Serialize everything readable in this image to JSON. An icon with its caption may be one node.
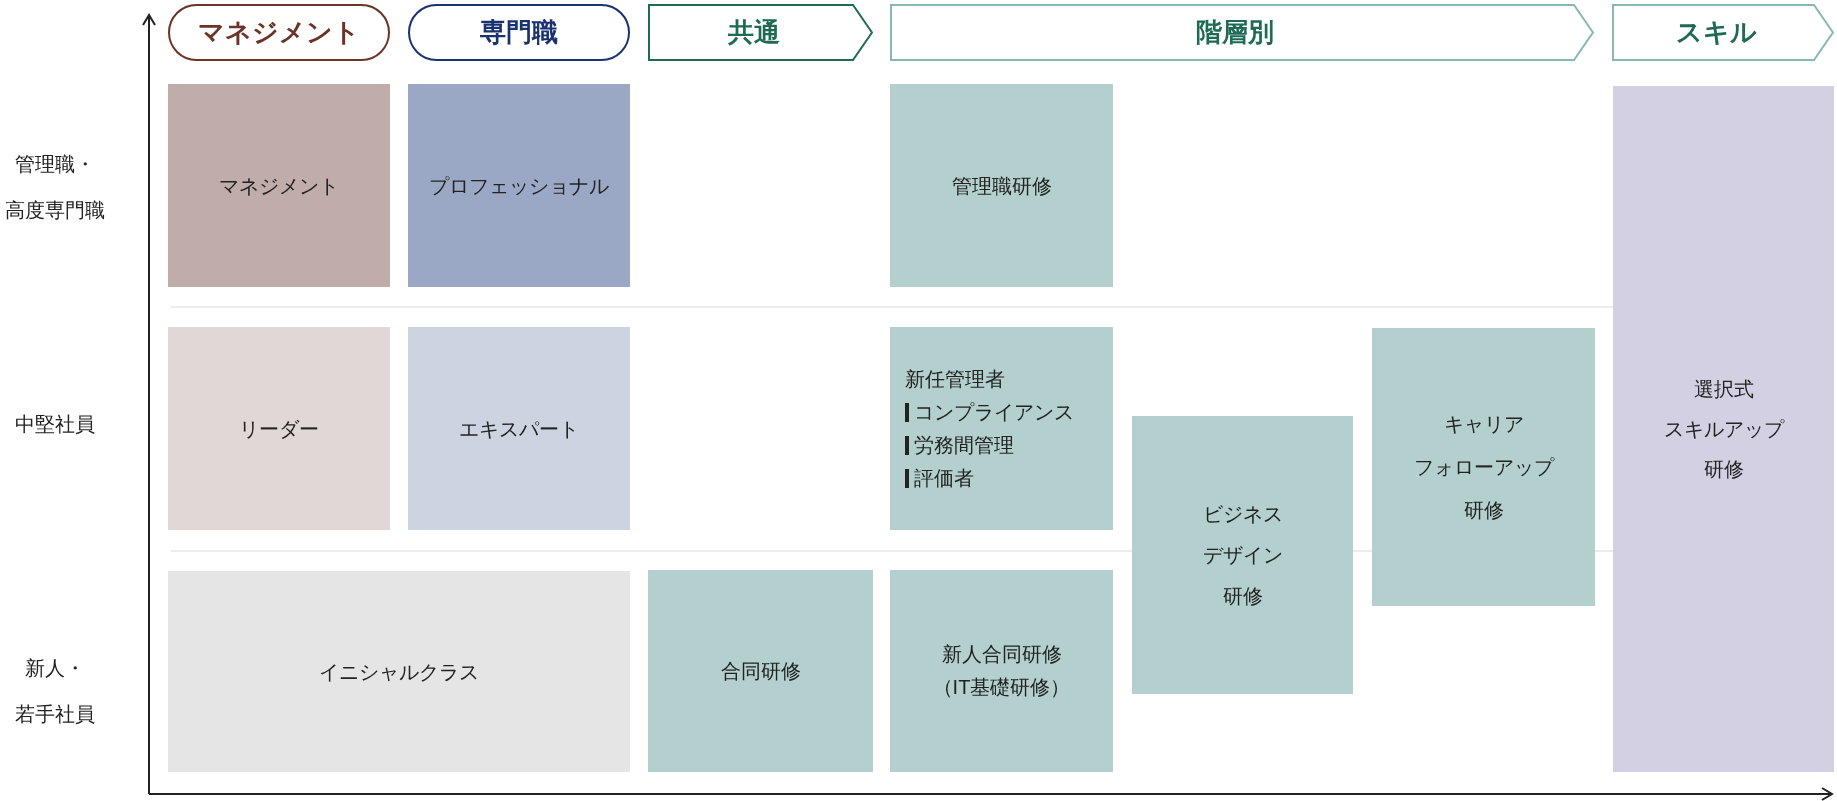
{
  "diagram": {
    "nodes": [
      {
        "text": [
          "マネジメント"
        ]
      },
      {
        "text": [
          "専門職"
        ]
      },
      {
        "text": [
          "共通"
        ]
      },
      {
        "text": [
          "階層別"
        ]
      },
      {
        "text": [
          "スキル"
        ]
      },
      {
        "text": [
          "マネジメント"
        ]
      },
      {
        "text": [
          "プロフェッショナル"
        ]
      },
      {
        "text": [
          "管理職研修"
        ]
      },
      {
        "text": [
          "選択式スキルアップ研修"
        ]
      },
      {
        "text": [
          "リーダー"
        ]
      },
      {
        "text": [
          "エキスパート"
        ]
      },
      {
        "text": [
          "新任管理者",
          "コンプライアンス",
          "労務間管理",
          "評価者"
        ]
      },
      {
        "text": [
          "ビジネスデザイン研修"
        ]
      },
      {
        "text": [
          "キャリアフォローアップ研修"
        ]
      },
      {
        "text": [
          "イニシャルクラス"
        ]
      },
      {
        "text": [
          "合同研修"
        ]
      },
      {
        "text": [
          "新人合同研修（IT基礎研修）"
        ]
      }
    ],
    "edges": [],
    "labels": [
      "管理職・高度専門職",
      "中堅社員",
      "新人・若手社員"
    ]
  }
}
